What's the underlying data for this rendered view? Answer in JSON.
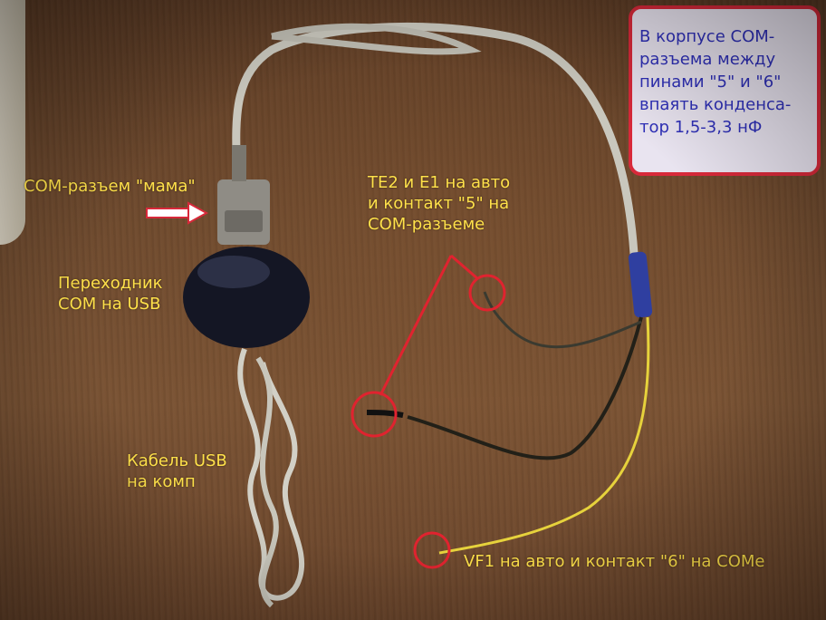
{
  "labels": {
    "com_female": "СОМ-разъем \"мама\"",
    "adapter": "Переходник\nСОМ на USB",
    "usb_cable": "Кабель USB\nна комп",
    "te2_e1": "ТЕ2 и Е1 на авто\nи контакт \"5\" на\nСОМ-разъеме",
    "vf1": "VF1 на авто и контакт \"6\" на СОМе"
  },
  "note": "В корпусе СОМ-\nразъема между\nпинами \"5\" и \"6\"\nвпаять конденса-\nтор 1,5-3,3 нФ",
  "colors": {
    "label_text": "#ffe14a",
    "note_text": "#2f30b8",
    "note_border": "#d8293a",
    "note_fill": "#e9e4f0",
    "marker": "#e0232f"
  },
  "icons": [
    "arrow-right-icon"
  ]
}
